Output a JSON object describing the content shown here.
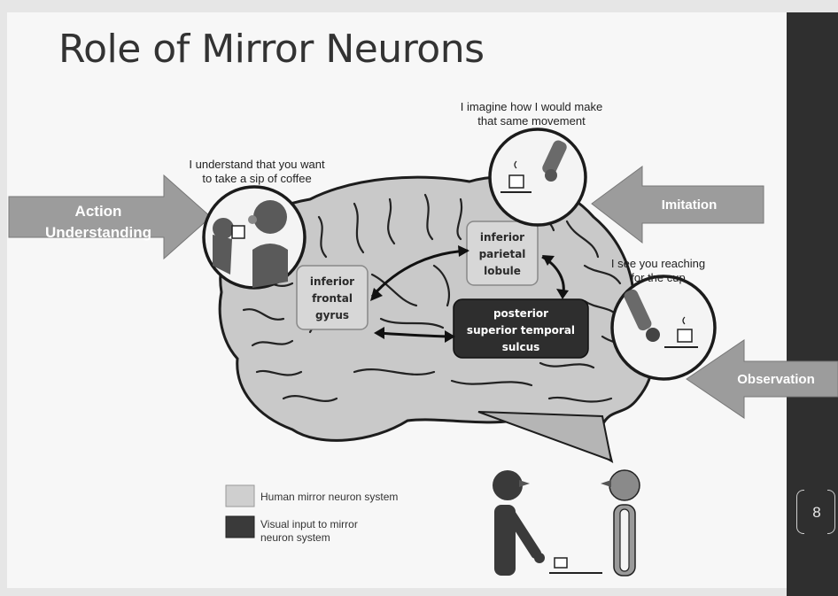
{
  "slide": {
    "title": "Role of Mirror Neurons",
    "page_number": "8"
  },
  "arrows": {
    "action_line1": "Action",
    "action_line2": "Understanding",
    "imitation": "Imitation",
    "observation": "Observation"
  },
  "captions": {
    "understand_line1": "I understand that you want",
    "understand_line2": "to take a sip of coffee",
    "imagine_line1": "I imagine how I would make",
    "imagine_line2": "that same movement",
    "see_line1": "I see you  reaching",
    "see_line2": "for the cup"
  },
  "regions": {
    "ifg_line1": "inferior",
    "ifg_line2": "frontal",
    "ifg_line3": "gyrus",
    "ipl_line1": "inferior",
    "ipl_line2": "parietal",
    "ipl_line3": "lobule",
    "psts_line1": "posterior",
    "psts_line2": "superior temporal",
    "psts_line3": "sulcus"
  },
  "legend": {
    "human_mirror": "Human mirror neuron system",
    "visual_line1": "Visual input to mirror",
    "visual_line2": "neuron system",
    "light_color": "#cfcfcf",
    "dark_color": "#3a3a3a"
  }
}
